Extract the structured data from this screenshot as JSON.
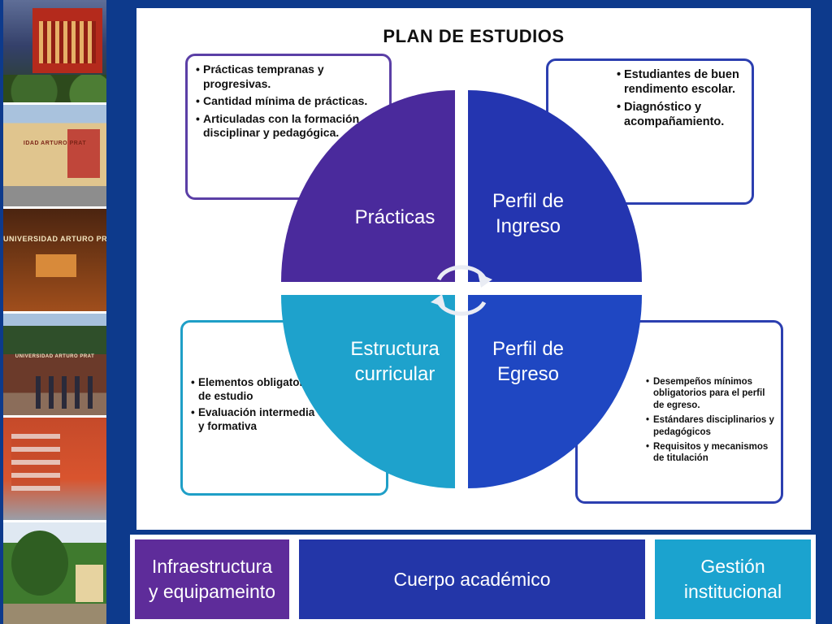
{
  "photos": {
    "p2_sign": "IDAD ARTURO PRAT",
    "p3_sign": "UNIVERSIDAD ARTURO PRAT",
    "p4_sign": "UNIVERSIDAD ARTURO PRAT"
  },
  "diagram": {
    "title": "PLAN DE ESTUDIOS",
    "colors": {
      "practicas": "#4a2a9c",
      "ingreso": "#2435b0",
      "estructura": "#1ea2cc",
      "egreso": "#1f47c2"
    },
    "quadrants": {
      "practicas": {
        "label": "Prácticas"
      },
      "ingreso": {
        "label_line1": "Perfil de",
        "label_line2": "Ingreso"
      },
      "estructura": {
        "label_line1": "Estructura",
        "label_line2": "curricular"
      },
      "egreso": {
        "label_line1": "Perfil de",
        "label_line2": "Egreso"
      }
    },
    "boxes": {
      "practicas": [
        "Prácticas tempranas y progresivas.",
        "Cantidad mínima de prácticas.",
        "Articuladas con la formación disciplinar y pedagógica."
      ],
      "ingreso": [
        "Estudiantes de buen rendimento escolar.",
        "Diagnóstico y acompañamiento."
      ],
      "estructura": [
        "Elementos obligatorios de planes de estudio",
        "Evaluación intermedia obligatoria y formativa"
      ],
      "egreso": [
        "Desempeños mínimos obligatorios para el perfil de egreso.",
        "Estándares disciplinarios y pedagógicos",
        "Requisitos y mecanismos de titulación"
      ]
    }
  },
  "bottom": {
    "infra_line1": "Infraestructura",
    "infra_line2": "y equipameinto",
    "cuerpo": "Cuerpo académico",
    "gestion_line1": "Gestión",
    "gestion_line2": "institucional"
  }
}
